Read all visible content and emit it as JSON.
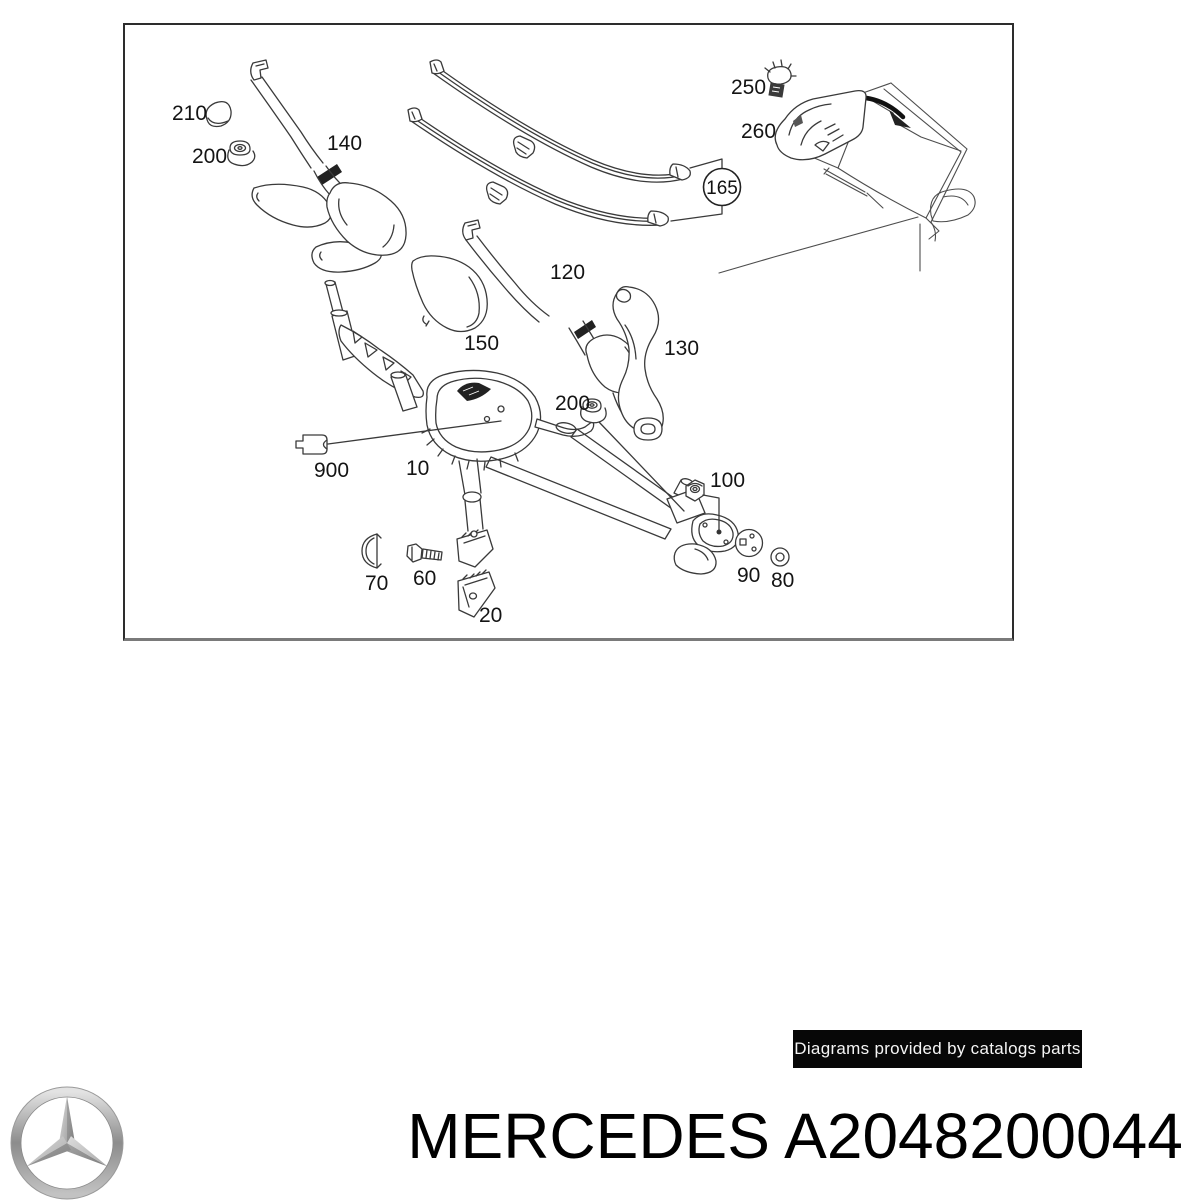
{
  "diagram": {
    "description": "Mercedes windshield wiper system exploded parts diagram",
    "labels": [
      {
        "text": "210"
      },
      {
        "text": "200"
      },
      {
        "text": "140"
      },
      {
        "text": "250"
      },
      {
        "text": "260"
      },
      {
        "text": "120"
      },
      {
        "text": "150"
      },
      {
        "text": "130"
      },
      {
        "text": "200"
      },
      {
        "text": "900"
      },
      {
        "text": "10"
      },
      {
        "text": "100"
      },
      {
        "text": "70"
      },
      {
        "text": "60"
      },
      {
        "text": "20"
      },
      {
        "text": "90"
      },
      {
        "text": "80"
      }
    ],
    "callout": {
      "text": "165"
    },
    "line_color": "#3a3a3a",
    "border_color": "#2d2d2d"
  },
  "watermark": {
    "text": "Diagrams provided by catalogs parts",
    "bg": "#070707",
    "fg": "#f5f5f5"
  },
  "footer": {
    "logo": "mercedes-star",
    "title": "MERCEDES A2048200044"
  }
}
